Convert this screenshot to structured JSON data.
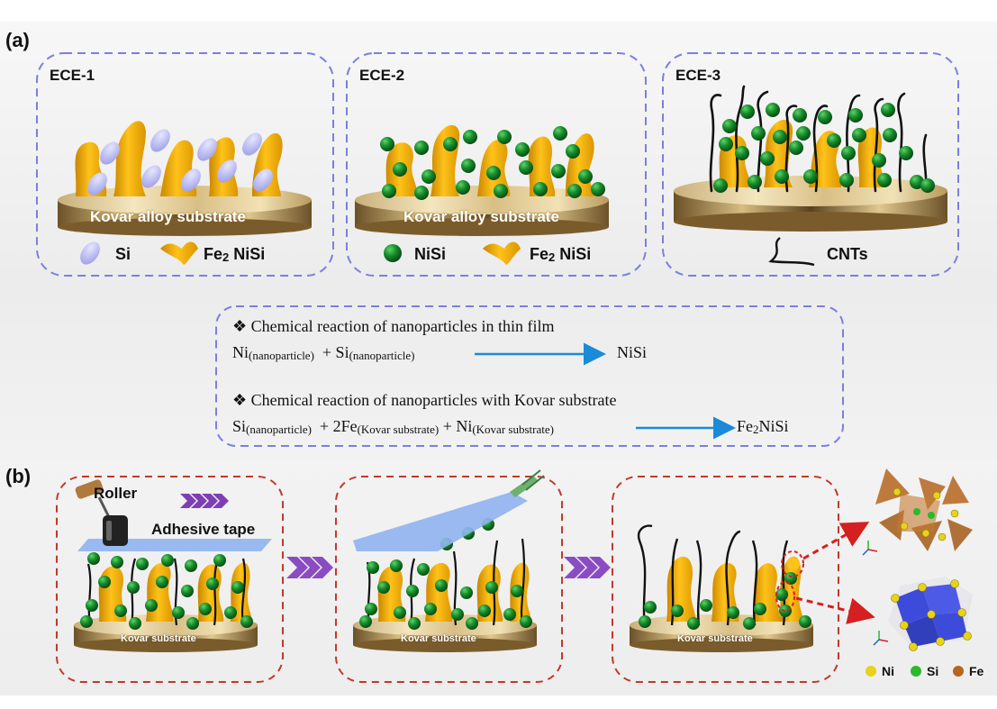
{
  "panel_labels": {
    "a": "(a)",
    "b": "(b)"
  },
  "ece": [
    {
      "title": "ECE-1",
      "substrate": "Kovar alloy substrate",
      "legend": [
        {
          "icon": "si-ellipse",
          "label": "Si"
        },
        {
          "icon": "fe2nisi-blob",
          "label": "Fe",
          "sub": "2",
          "label2": " NiSi"
        }
      ]
    },
    {
      "title": "ECE-2",
      "substrate": "Kovar alloy substrate",
      "legend": [
        {
          "icon": "nisi-sphere",
          "label": "NiSi"
        },
        {
          "icon": "fe2nisi-blob",
          "label": "Fe",
          "sub": "2",
          "label2": " NiSi"
        }
      ]
    },
    {
      "title": "ECE-3",
      "legend": [
        {
          "icon": "cnt-line",
          "label": "CNTs"
        }
      ]
    }
  ],
  "reactions": {
    "r1_header": "❖ Chemical reaction of nanoparticles in thin film",
    "r1_a": "Ni",
    "r1_a_sub": "(nanoparticle)",
    "r1_plus": "+ Si",
    "r1_b_sub": "(nanoparticle)",
    "r1_product": "NiSi",
    "r2_header": "❖ Chemical reaction of nanoparticles with Kovar substrate",
    "r2_a": "Si",
    "r2_a_sub": "(nanoparticle)",
    "r2_b": "+ 2Fe",
    "r2_b_sub": "(Kovar substrate)",
    "r2_c": "+ Ni",
    "r2_c_sub": "(Kovar substrate)",
    "r2_product": "Fe",
    "r2_product_sub": "2",
    "r2_product2": "NiSi"
  },
  "process": {
    "roller": "Roller",
    "tape": "Adhesive tape",
    "substrates": [
      "Kovar substrate",
      "Kovar substrate",
      "Kovar substrate"
    ]
  },
  "crystal_legend": [
    {
      "label": "Ni",
      "color": "#e8d21a"
    },
    {
      "label": "Si",
      "color": "#2db82d"
    },
    {
      "label": "Fe",
      "color": "#b5651d"
    }
  ],
  "colors": {
    "blue_dash": "#7b7fe0",
    "red_dash": "#c0392b",
    "gold": "#f2a900",
    "sphere": "#148a2a",
    "si_ellipse": "#b4b5f2",
    "arrow_blue": "#1b8ad8",
    "chevron": "#7d3fb5",
    "tape": "#8fb3ef"
  }
}
